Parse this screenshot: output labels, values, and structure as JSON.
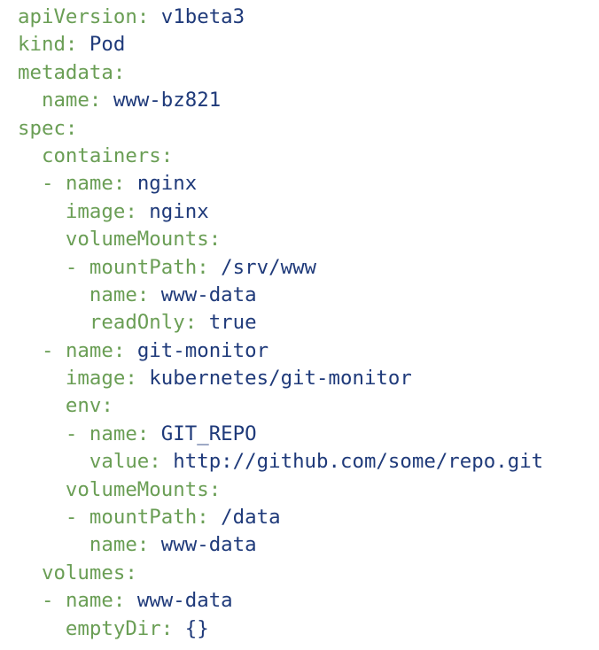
{
  "document": {
    "lines": [
      {
        "indent": "",
        "dash": "",
        "key": "apiVersion",
        "colon": ":",
        "value": " v1beta3"
      },
      {
        "indent": "",
        "dash": "",
        "key": "kind",
        "colon": ":",
        "value": " Pod"
      },
      {
        "indent": "",
        "dash": "",
        "key": "metadata",
        "colon": ":",
        "value": ""
      },
      {
        "indent": "  ",
        "dash": "",
        "key": "name",
        "colon": ":",
        "value": " www-bz821"
      },
      {
        "indent": "",
        "dash": "",
        "key": "spec",
        "colon": ":",
        "value": ""
      },
      {
        "indent": "  ",
        "dash": "",
        "key": "containers",
        "colon": ":",
        "value": ""
      },
      {
        "indent": "  ",
        "dash": "- ",
        "key": "name",
        "colon": ":",
        "value": " nginx"
      },
      {
        "indent": "    ",
        "dash": "",
        "key": "image",
        "colon": ":",
        "value": " nginx"
      },
      {
        "indent": "    ",
        "dash": "",
        "key": "volumeMounts",
        "colon": ":",
        "value": ""
      },
      {
        "indent": "    ",
        "dash": "- ",
        "key": "mountPath",
        "colon": ":",
        "value": " /srv/www"
      },
      {
        "indent": "      ",
        "dash": "",
        "key": "name",
        "colon": ":",
        "value": " www-data"
      },
      {
        "indent": "      ",
        "dash": "",
        "key": "readOnly",
        "colon": ":",
        "value": " true"
      },
      {
        "indent": "  ",
        "dash": "- ",
        "key": "name",
        "colon": ":",
        "value": " git-monitor"
      },
      {
        "indent": "    ",
        "dash": "",
        "key": "image",
        "colon": ":",
        "value": " kubernetes/git-monitor"
      },
      {
        "indent": "    ",
        "dash": "",
        "key": "env",
        "colon": ":",
        "value": ""
      },
      {
        "indent": "    ",
        "dash": "- ",
        "key": "name",
        "colon": ":",
        "value": " GIT_REPO"
      },
      {
        "indent": "      ",
        "dash": "",
        "key": "value",
        "colon": ":",
        "value": " http://github.com/some/repo.git"
      },
      {
        "indent": "    ",
        "dash": "",
        "key": "volumeMounts",
        "colon": ":",
        "value": ""
      },
      {
        "indent": "    ",
        "dash": "- ",
        "key": "mountPath",
        "colon": ":",
        "value": " /data"
      },
      {
        "indent": "      ",
        "dash": "",
        "key": "name",
        "colon": ":",
        "value": " www-data"
      },
      {
        "indent": "  ",
        "dash": "",
        "key": "volumes",
        "colon": ":",
        "value": ""
      },
      {
        "indent": "  ",
        "dash": "- ",
        "key": "name",
        "colon": ":",
        "value": " www-data"
      },
      {
        "indent": "    ",
        "dash": "",
        "key": "emptyDir",
        "colon": ":",
        "value": " {}"
      }
    ]
  },
  "colors": {
    "key": "#6a9e55",
    "value": "#1f3a7a",
    "background": "#ffffff"
  }
}
